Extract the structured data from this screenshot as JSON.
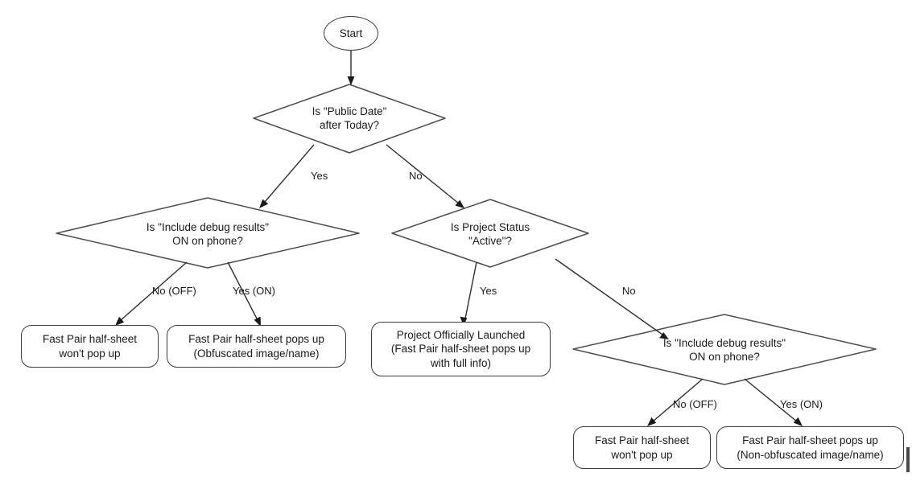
{
  "diagram": {
    "title": "Fast Pair Half-Sheet Decision Flowchart",
    "background_color": "#ffffff",
    "shape_stroke_color": "#4d4d4d",
    "edge_color": "#2d2d2d",
    "text_color": "#1a1a1a"
  },
  "nodes": {
    "start": {
      "label": "Start",
      "shape": "ellipse"
    },
    "decision_public_date": {
      "label": "Is \"Public Date\"\nafter Today?",
      "shape": "diamond"
    },
    "decision_debug_left": {
      "label": "Is \"Include debug results\"\nON on phone?",
      "shape": "diamond"
    },
    "decision_project_status": {
      "label": "Is Project Status\n\"Active\"?",
      "shape": "diamond"
    },
    "decision_debug_right": {
      "label": "Is \"Include debug results\"\nON on phone?",
      "shape": "diamond"
    },
    "outcome_no_popup_left": {
      "label": "Fast Pair half-sheet\nwon't pop up",
      "shape": "rounded-rectangle"
    },
    "outcome_obfuscated": {
      "label": "Fast Pair half-sheet pops up\n(Obfuscated image/name)",
      "shape": "rounded-rectangle"
    },
    "outcome_launched": {
      "label": "Project Officially Launched\n(Fast Pair half-sheet pops up\nwith full info)",
      "shape": "rounded-rectangle"
    },
    "outcome_no_popup_right": {
      "label": "Fast Pair half-sheet\nwon't pop up",
      "shape": "rounded-rectangle"
    },
    "outcome_non_obfuscated": {
      "label": "Fast Pair half-sheet pops up\n(Non-obfuscated image/name)",
      "shape": "rounded-rectangle"
    }
  },
  "edge_labels": {
    "public_date_yes": "Yes",
    "public_date_no": "No",
    "debug_left_no": "No (OFF)",
    "debug_left_yes": "Yes (ON)",
    "project_status_yes": "Yes",
    "project_status_no": "No",
    "debug_right_no": "No (OFF)",
    "debug_right_yes": "Yes (ON)"
  }
}
